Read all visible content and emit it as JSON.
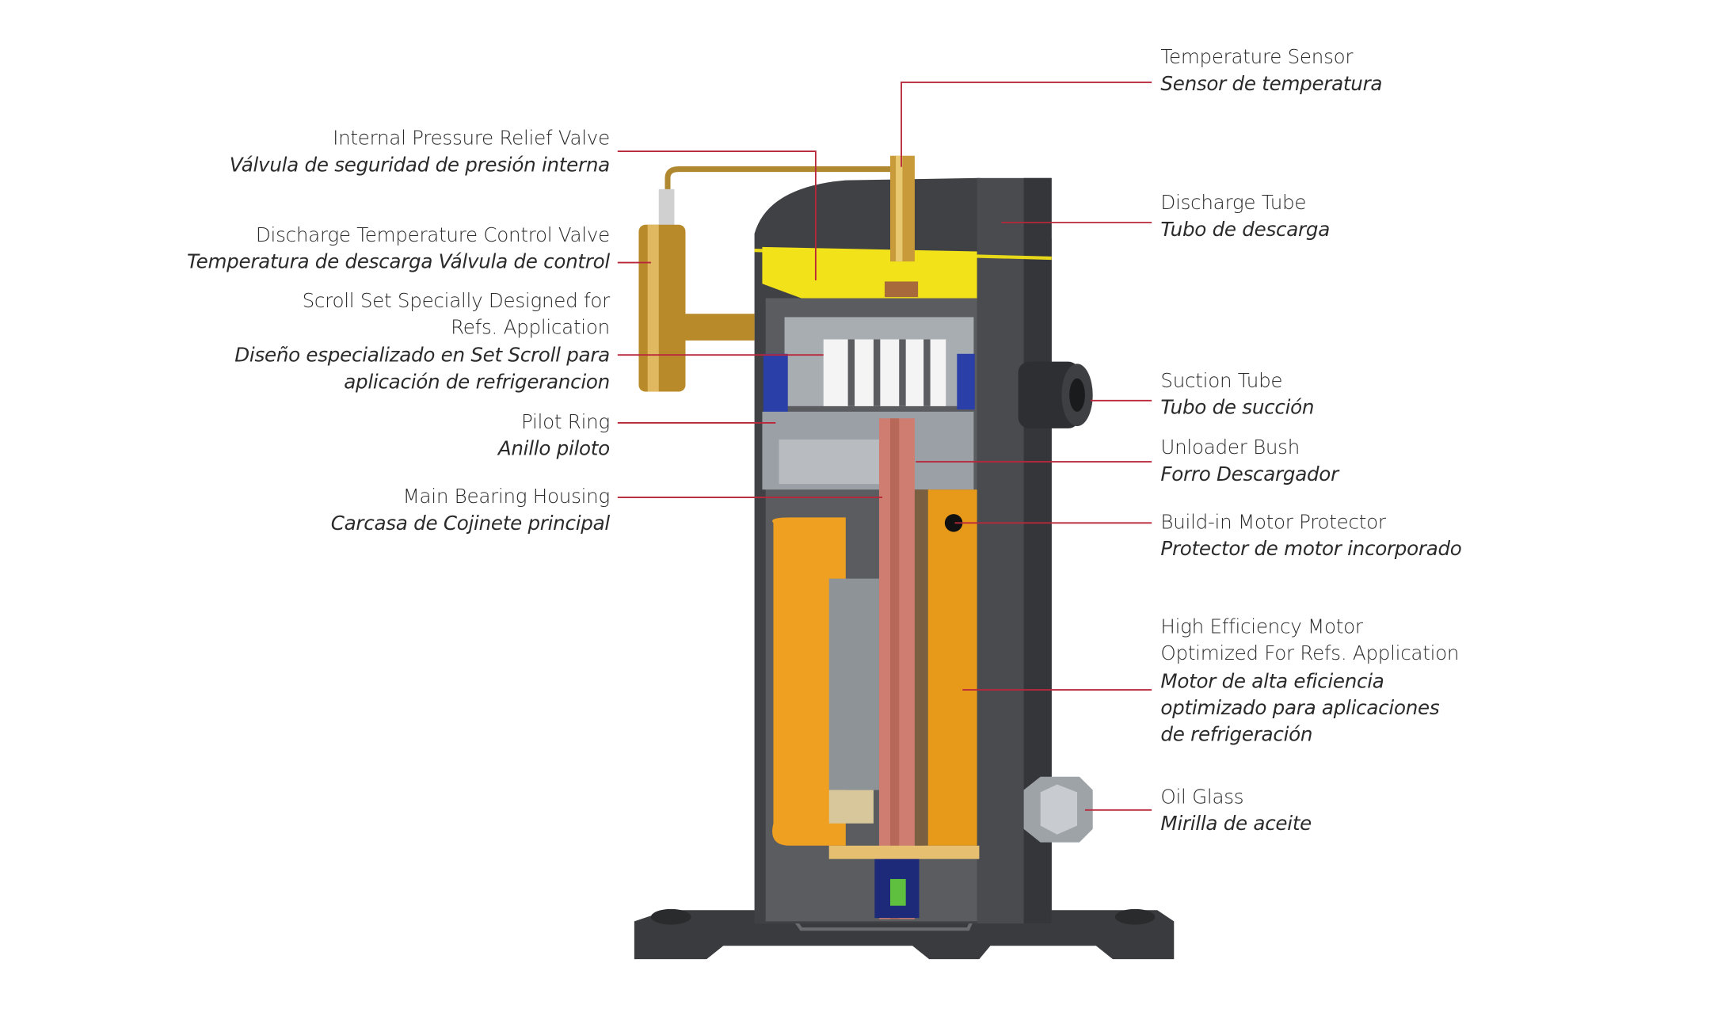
{
  "colors": {
    "leader_line": "#b8283a",
    "shell": "#3c3d40",
    "motor": "#f0a020",
    "shaft": "#c9786a",
    "top_band": "#f2e21a"
  },
  "left_labels": [
    {
      "en": [
        "Internal Pressure Relief Valve"
      ],
      "es": [
        "Válvula de seguridad de presión interna"
      ]
    },
    {
      "en": [
        "Discharge Temperature Control Valve"
      ],
      "es": [
        "Temperatura de descarga Válvula de control"
      ]
    },
    {
      "en": [
        "Scroll Set Specially Designed for",
        "Refs. Application"
      ],
      "es": [
        "Diseño especializado en Set Scroll para",
        "aplicación de refrigerancion"
      ]
    },
    {
      "en": [
        "Pilot Ring"
      ],
      "es": [
        "Anillo piloto"
      ]
    },
    {
      "en": [
        "Main Bearing Housing"
      ],
      "es": [
        "Carcasa de Cojinete principal"
      ]
    }
  ],
  "right_labels": [
    {
      "en": [
        "Temperature Sensor"
      ],
      "es": [
        "Sensor de temperatura"
      ]
    },
    {
      "en": [
        "Discharge Tube"
      ],
      "es": [
        "Tubo de descarga"
      ]
    },
    {
      "en": [
        "Suction Tube"
      ],
      "es": [
        "Tubo de succión"
      ]
    },
    {
      "en": [
        "Unloader Bush"
      ],
      "es": [
        "Forro Descargador"
      ]
    },
    {
      "en": [
        "Build-in Motor Protector"
      ],
      "es": [
        "Protector de motor incorporado"
      ]
    },
    {
      "en": [
        "High Efficiency Motor",
        "Optimized For Refs. Application"
      ],
      "es": [
        "Motor de alta eficiencia",
        "optimizado para aplicaciones",
        "de refrigeración"
      ]
    },
    {
      "en": [
        "Oil Glass"
      ],
      "es": [
        "Mirilla de aceite"
      ]
    }
  ]
}
